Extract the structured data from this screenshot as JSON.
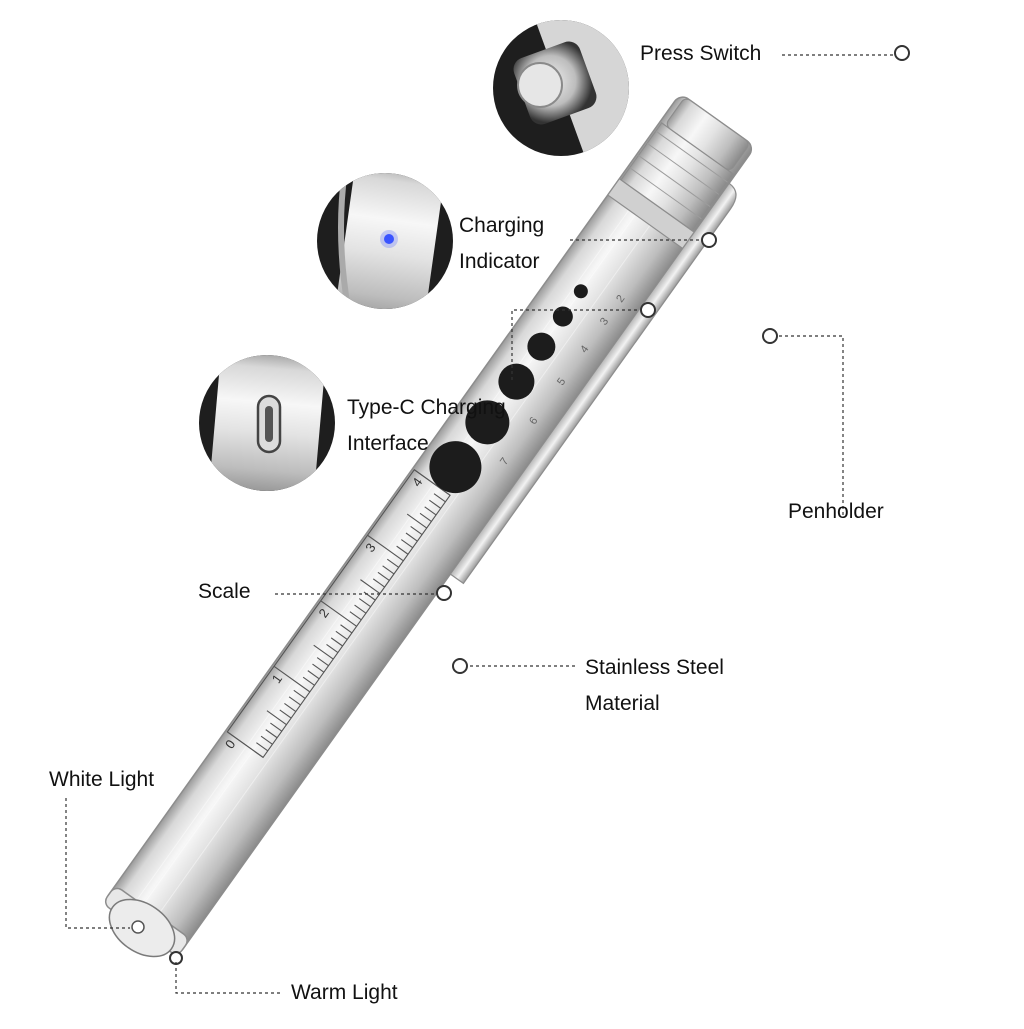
{
  "callouts": {
    "press_switch": "Press Switch",
    "charging_indicator": [
      "Charging",
      "Indicator"
    ],
    "type_c": [
      "Type-C Charging",
      "Interface"
    ],
    "penholder": "Penholder",
    "scale": "Scale",
    "stainless": [
      "Stainless Steel",
      "Material"
    ],
    "white_light": "White Light",
    "warm_light": "Warm Light"
  },
  "scale_numbers": [
    "0",
    "1",
    "2",
    "3",
    "4"
  ],
  "pupil_gauge_numbers": [
    "7",
    "6",
    "5",
    "4",
    "3",
    "2"
  ],
  "colors": {
    "steel_light": "#f4f4f4",
    "steel_mid": "#c9c9c9",
    "steel_dark": "#8a8a8a",
    "indicator": "#3a55ff",
    "text": "#111111"
  }
}
